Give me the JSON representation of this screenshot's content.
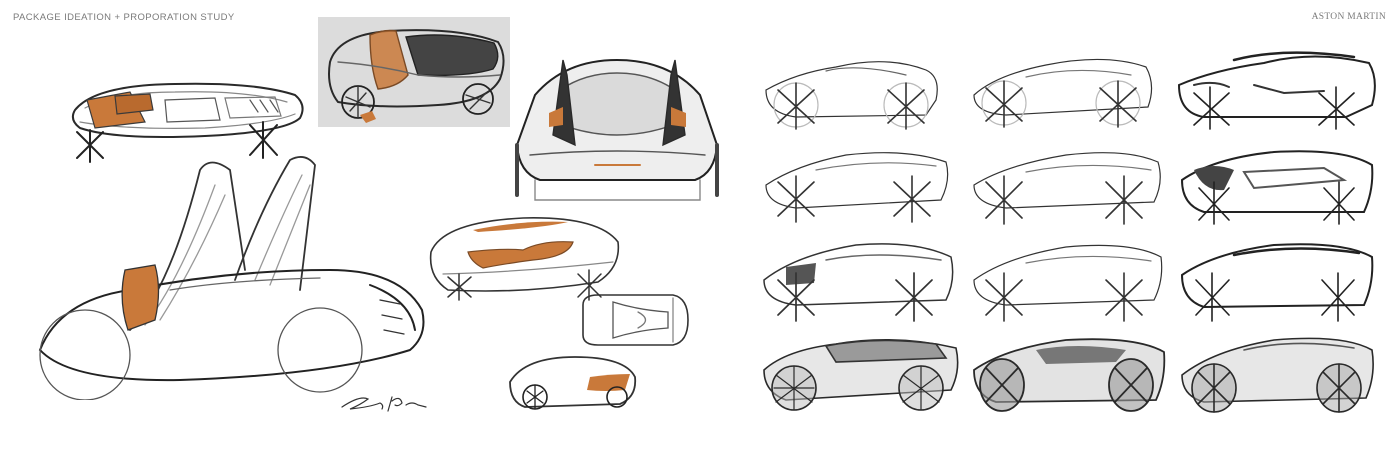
{
  "header": {
    "left_title": "PACKAGE IDEATION + PROPORATION STUDY",
    "right_title": "ASTON MARTIN"
  },
  "colors": {
    "accent_orange": "#c9793a",
    "pencil_dark": "#2a2a2a",
    "pencil_mid": "#6e6e6e",
    "pencil_light": "#b5b5b5",
    "panel_grey": "#dcdcdc",
    "background": "#ffffff"
  },
  "left_board": {
    "sketches": [
      {
        "name": "top-view-interior-package",
        "orange_accent": true
      },
      {
        "name": "top-view-rendered-on-grey-panel",
        "orange_accent": true
      },
      {
        "name": "rear-view-rendering",
        "orange_accent": true
      },
      {
        "name": "gullwing-doors-open-side-view",
        "orange_accent": true
      },
      {
        "name": "three-quarter-top-view-glass-roof",
        "orange_accent": true
      },
      {
        "name": "plan-view-small",
        "orange_accent": false
      },
      {
        "name": "three-quarter-front-small",
        "orange_accent": true
      }
    ],
    "signature": "artist-signature"
  },
  "right_board": {
    "rows": 4,
    "columns": 3,
    "cells": [
      {
        "row": 1,
        "col": 1,
        "style": "light line side view"
      },
      {
        "row": 1,
        "col": 2,
        "style": "light line side view"
      },
      {
        "row": 1,
        "col": 3,
        "style": "bold line side view"
      },
      {
        "row": 2,
        "col": 1,
        "style": "light line side view"
      },
      {
        "row": 2,
        "col": 2,
        "style": "light line side view"
      },
      {
        "row": 2,
        "col": 3,
        "style": "bold line front three-quarter"
      },
      {
        "row": 3,
        "col": 1,
        "style": "medium line side view"
      },
      {
        "row": 3,
        "col": 2,
        "style": "light line side view"
      },
      {
        "row": 3,
        "col": 3,
        "style": "bold line front three-quarter"
      },
      {
        "row": 4,
        "col": 1,
        "style": "shaded front three-quarter"
      },
      {
        "row": 4,
        "col": 2,
        "style": "shaded front three-quarter"
      },
      {
        "row": 4,
        "col": 3,
        "style": "shaded front three-quarter"
      }
    ]
  }
}
